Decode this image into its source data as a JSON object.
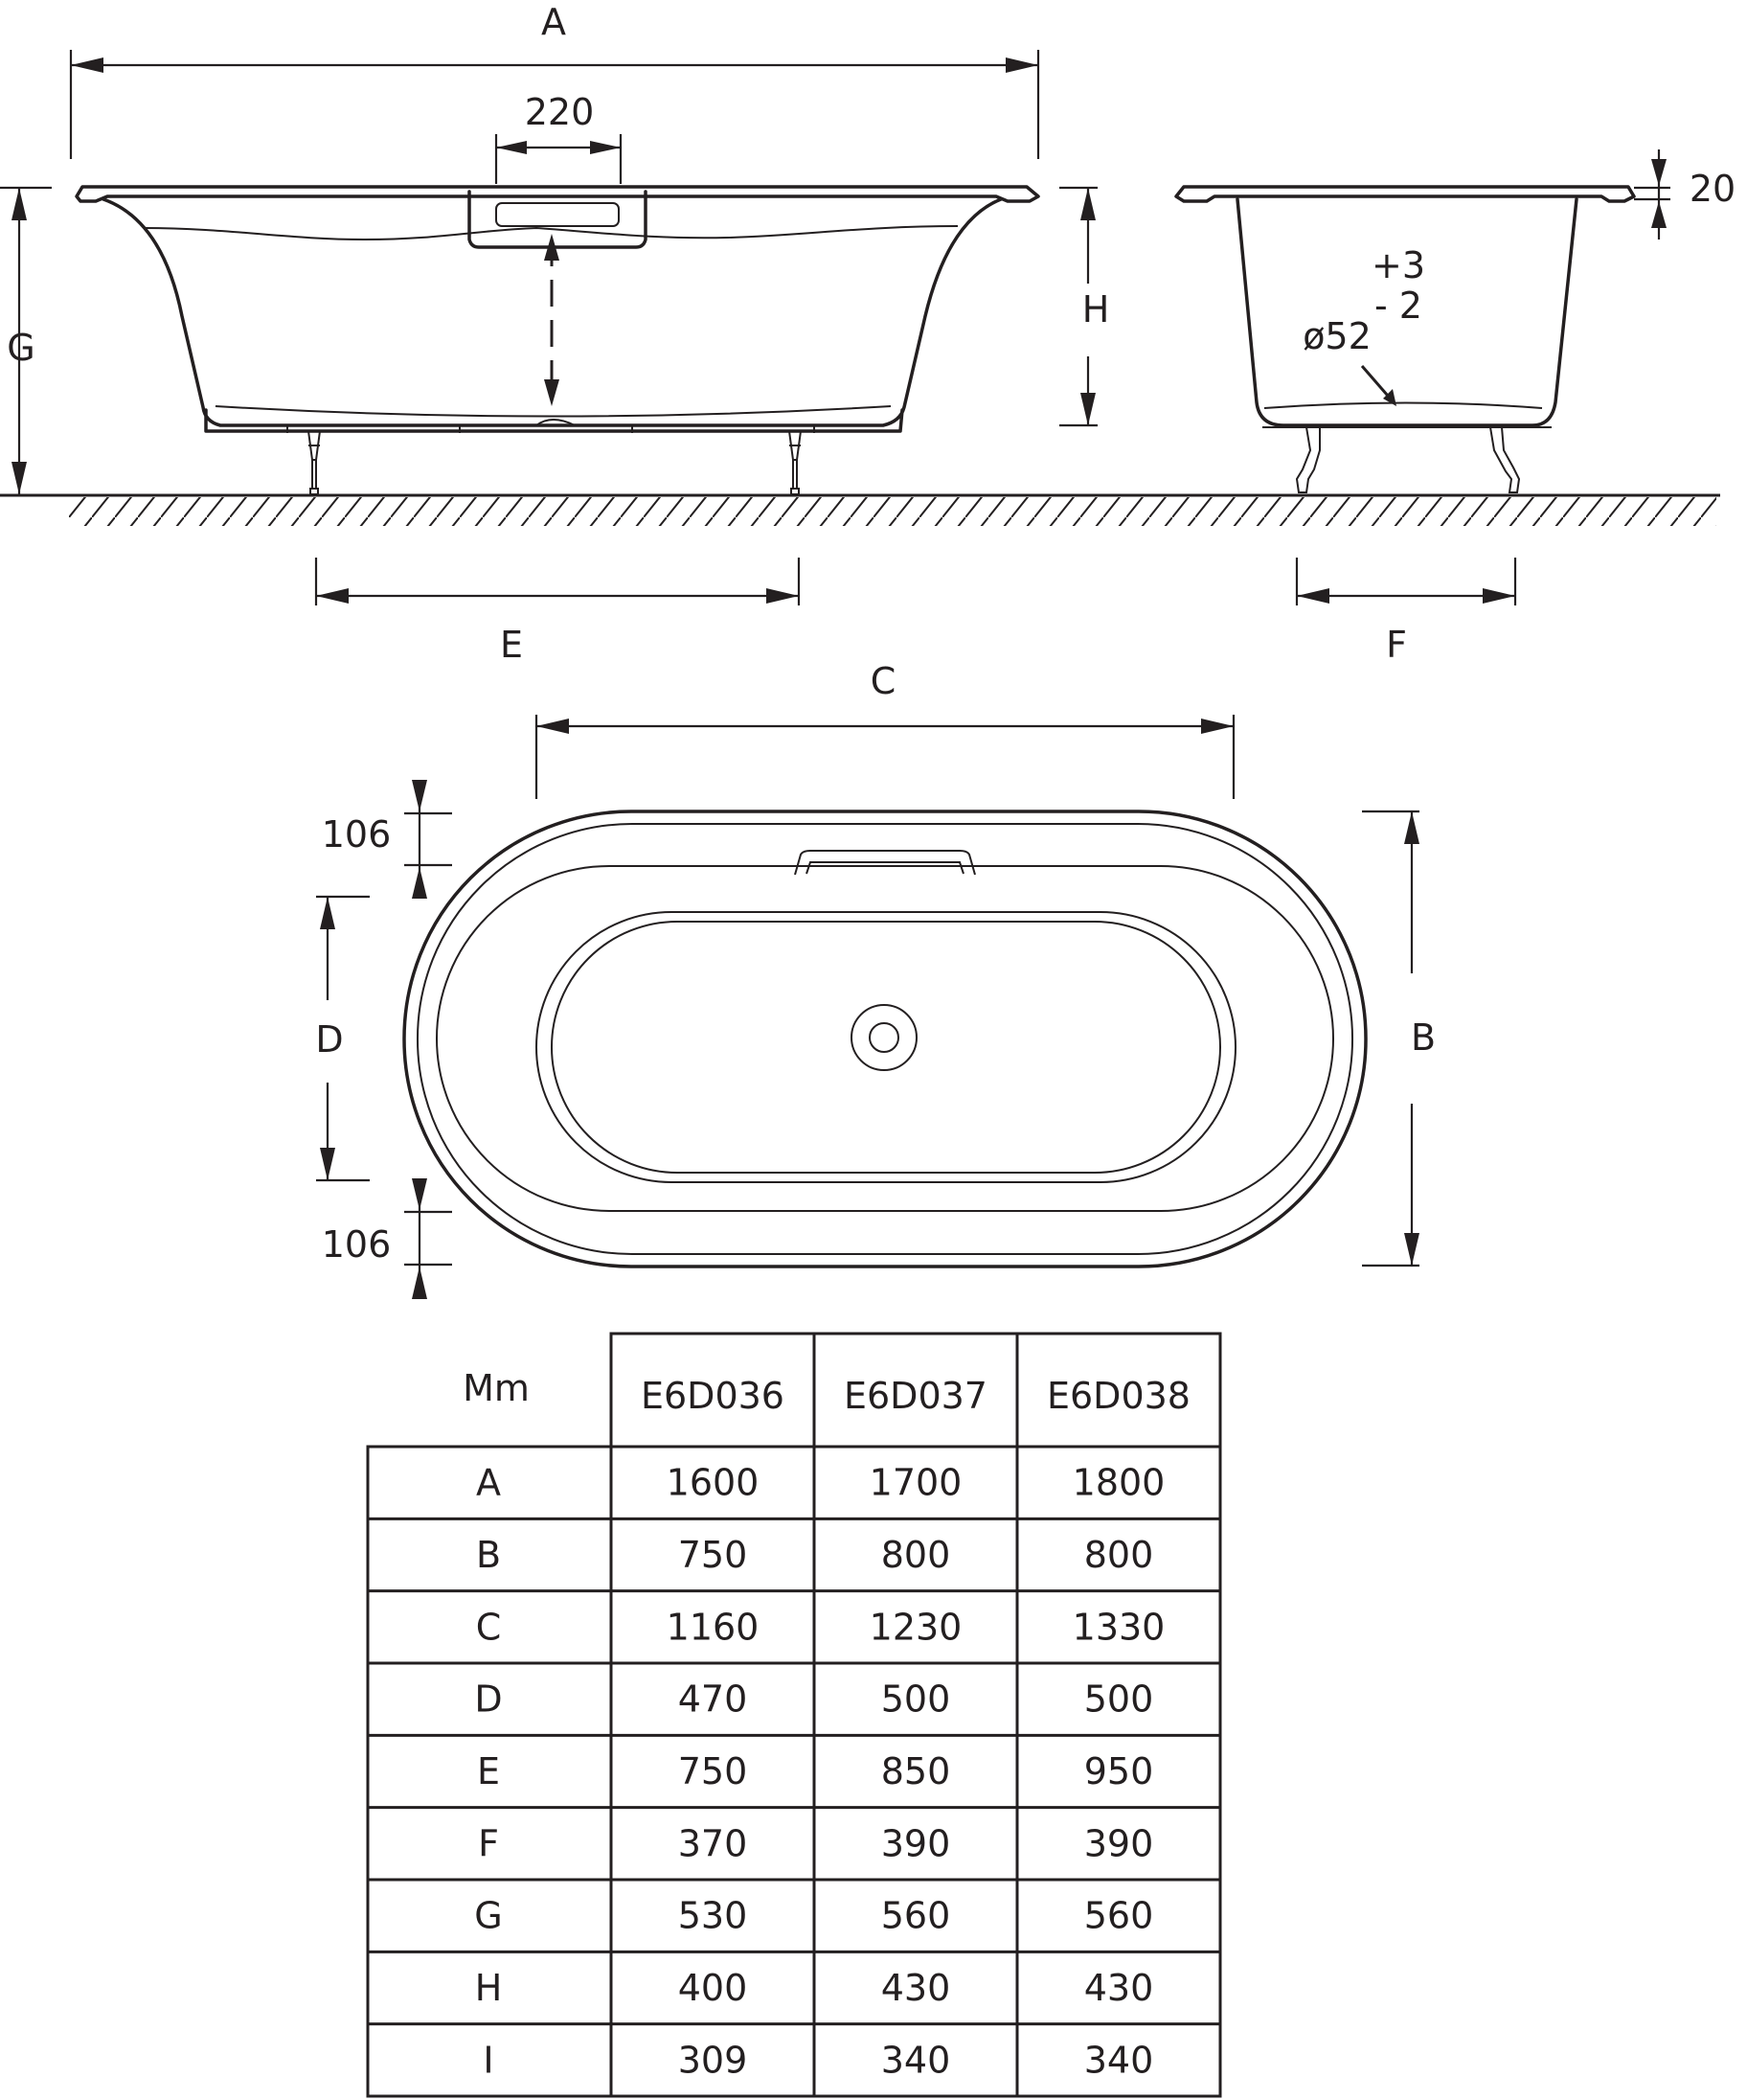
{
  "labels": {
    "A": "A",
    "B": "B",
    "C": "C",
    "D": "D",
    "E": "E",
    "F": "F",
    "G": "G",
    "H": "H"
  },
  "dimensions": {
    "overflow_width": "220",
    "rim_height": "20",
    "slope_plus": "+3",
    "slope_minus": "- 2",
    "drain": "ø52",
    "rim_top": "106",
    "rim_bottom": "106"
  },
  "table": {
    "corner": "Mm",
    "columns": [
      "E6D036",
      "E6D037",
      "E6D038"
    ],
    "rows": [
      {
        "label": "A",
        "values": [
          "1600",
          "1700",
          "1800"
        ]
      },
      {
        "label": "B",
        "values": [
          "750",
          "800",
          "800"
        ]
      },
      {
        "label": "C",
        "values": [
          "1160",
          "1230",
          "1330"
        ]
      },
      {
        "label": "D",
        "values": [
          "470",
          "500",
          "500"
        ]
      },
      {
        "label": "E",
        "values": [
          "750",
          "850",
          "950"
        ]
      },
      {
        "label": "F",
        "values": [
          "370",
          "390",
          "390"
        ]
      },
      {
        "label": "G",
        "values": [
          "530",
          "560",
          "560"
        ]
      },
      {
        "label": "H",
        "values": [
          "400",
          "430",
          "430"
        ]
      },
      {
        "label": "I",
        "values": [
          "309",
          "340",
          "340"
        ]
      }
    ]
  }
}
